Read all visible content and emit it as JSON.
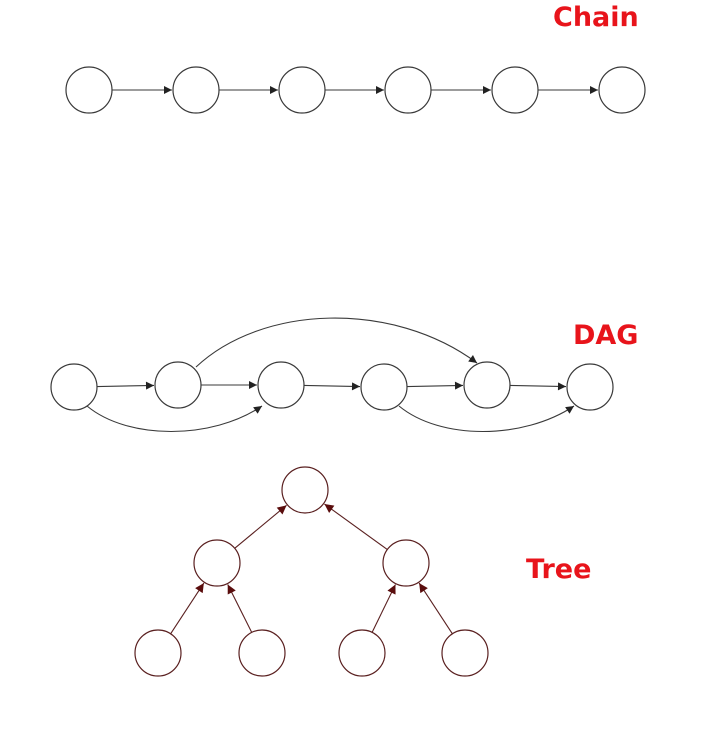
{
  "labels": {
    "chain": "Chain",
    "dag": "DAG",
    "tree": "Tree"
  },
  "colors": {
    "label": "#e8141b",
    "graph_stroke": "#3a3a3a",
    "tree_stroke": "#5a2020",
    "tree_arrow": "#5a0d0d"
  },
  "graphs": {
    "chain": {
      "node_count": 6,
      "edges": [
        [
          0,
          1
        ],
        [
          1,
          2
        ],
        [
          2,
          3
        ],
        [
          3,
          4
        ],
        [
          4,
          5
        ]
      ]
    },
    "dag": {
      "node_count": 6,
      "edges": [
        [
          0,
          1
        ],
        [
          1,
          2
        ],
        [
          2,
          3
        ],
        [
          3,
          4
        ],
        [
          4,
          5
        ],
        [
          1,
          4
        ],
        [
          0,
          2
        ],
        [
          3,
          5
        ]
      ]
    },
    "tree": {
      "node_count": 7,
      "edges": [
        [
          1,
          0
        ],
        [
          2,
          0
        ],
        [
          3,
          1
        ],
        [
          4,
          1
        ],
        [
          5,
          2
        ],
        [
          6,
          2
        ]
      ]
    }
  }
}
